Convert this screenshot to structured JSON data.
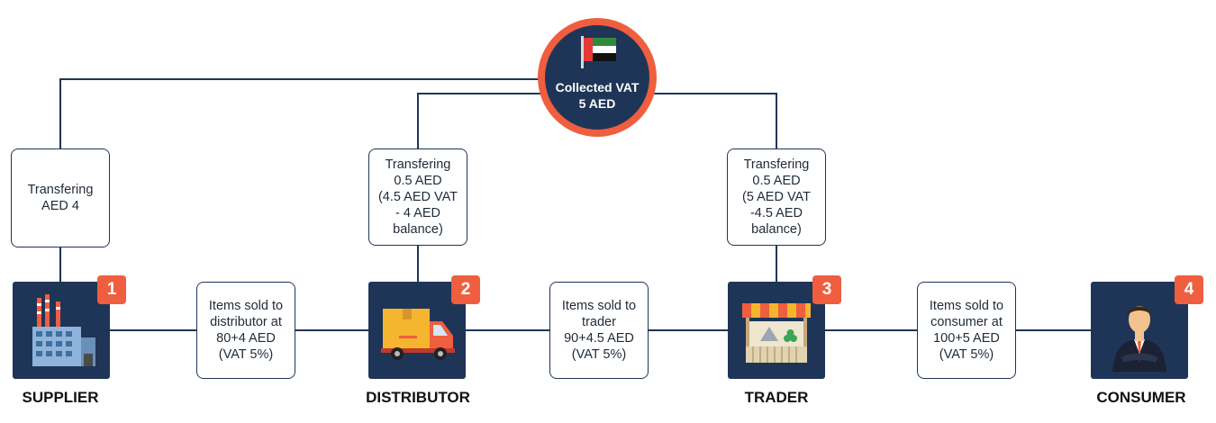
{
  "hub": {
    "line1": "Collected VAT",
    "line2": "5 AED",
    "flag_icon": "uae-flag-icon",
    "colors": {
      "ring": "#ef5e3f",
      "fill": "#1f3557"
    }
  },
  "stages": [
    {
      "number": "1",
      "label": "SUPPLIER",
      "icon": "factory-icon"
    },
    {
      "number": "2",
      "label": "DISTRIBUTOR",
      "icon": "delivery-truck-icon"
    },
    {
      "number": "3",
      "label": "TRADER",
      "icon": "market-stall-icon"
    },
    {
      "number": "4",
      "label": "CONSUMER",
      "icon": "businessman-icon"
    }
  ],
  "transfers": [
    "Transfering\nAED 4",
    "Transfering\n0.5 AED\n(4.5 AED VAT\n- 4 AED\nbalance)",
    "Transfering\n0.5 AED\n(5 AED VAT\n-4.5 AED\nbalance)"
  ],
  "sales": [
    "Items sold to\ndistributor at\n80+4 AED\n(VAT 5%)",
    "Items sold to\ntrader\n90+4.5 AED\n(VAT 5%)",
    "Items sold to\nconsumer at\n100+5 AED\n(VAT 5%)"
  ],
  "colors": {
    "navy": "#1f3557",
    "accent": "#ef5e3f"
  }
}
